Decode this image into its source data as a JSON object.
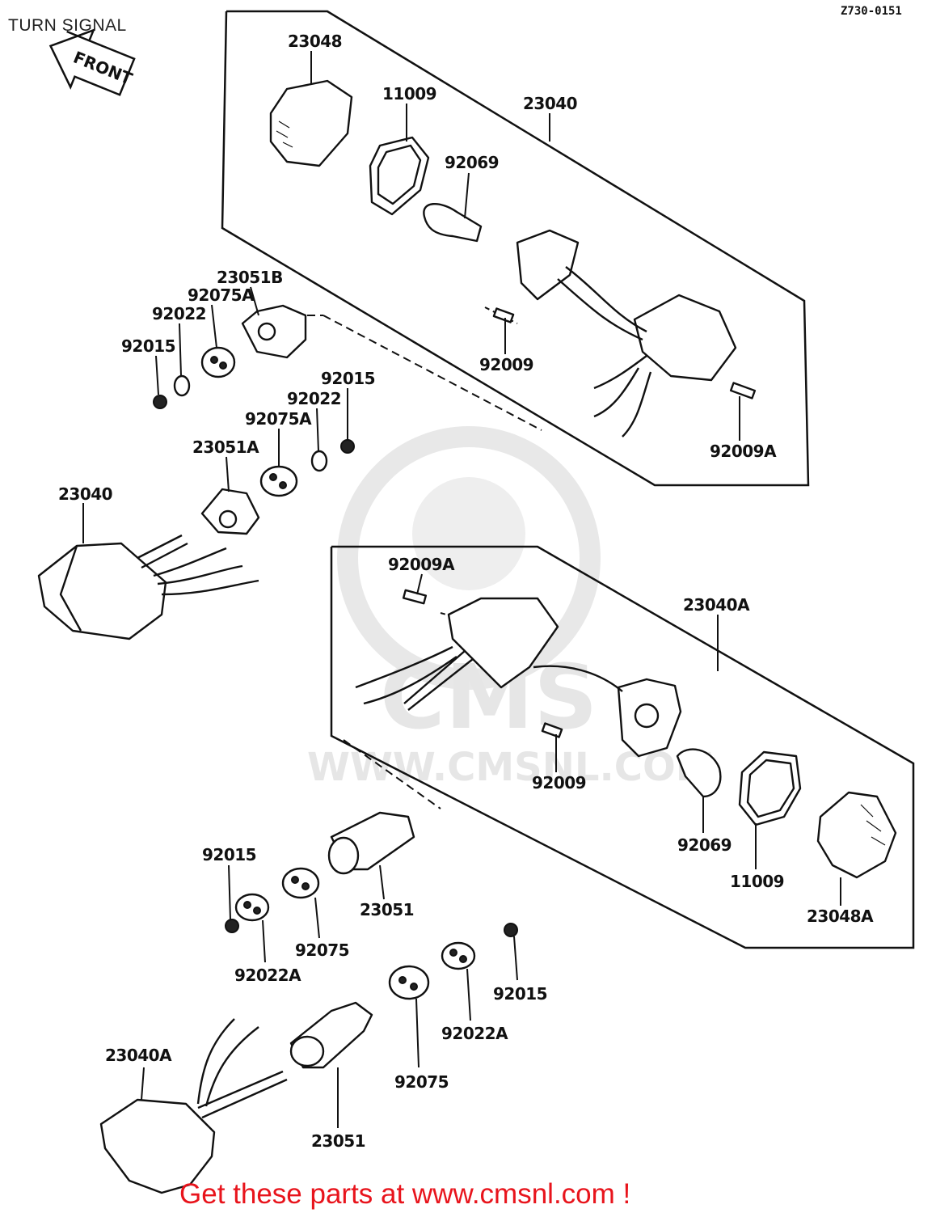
{
  "diagram": {
    "title": "TURN SIGNAL",
    "drawing_code": "Z730-0151",
    "front_label": "FRONT",
    "watermark": {
      "line1": "CMS",
      "line2": "WWW.CMSNL.COM"
    },
    "footer": "Get these parts at www.cmsnl.com !",
    "colors": {
      "footer": "#e8141c",
      "lines": "#111111",
      "watermark": "#e6e6e6"
    },
    "labels": {
      "p23048": "23048",
      "p11009_top": "11009",
      "p23040_top": "23040",
      "p92069_top": "92069",
      "p23051B": "23051B",
      "p92075A_top": "92075A",
      "p92022_top": "92022",
      "p92015_top_left": "92015",
      "p92009_top": "92009",
      "p92015_mid": "92015",
      "p92022_mid": "92022",
      "p92075A_mid": "92075A",
      "p23051A": "23051A",
      "p92009A_top": "92009A",
      "p23040_left": "23040",
      "p92009A_mid": "92009A",
      "p23040A_right": "23040A",
      "p92009_mid": "92009",
      "p92069_bot": "92069",
      "p11009_bot": "11009",
      "p23048A": "23048A",
      "p92015_lower_left": "92015",
      "p23051_mid": "23051",
      "p92075_mid": "92075",
      "p92022A_left": "92022A",
      "p92015_lower_right": "92015",
      "p92022A_right": "92022A",
      "p92075_bot": "92075",
      "p23040A_bot": "23040A",
      "p23051_bot": "23051"
    }
  }
}
